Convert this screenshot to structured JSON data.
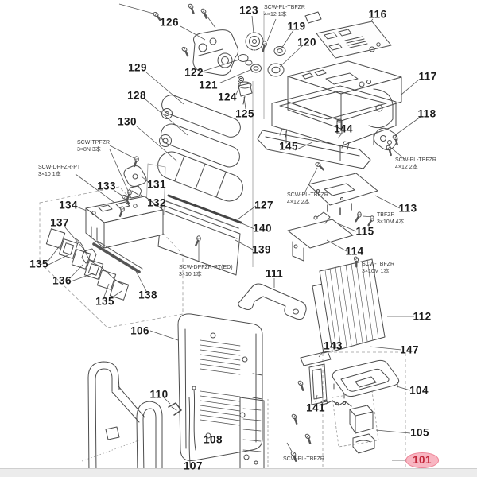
{
  "colors": {
    "line": "#4c4c4c",
    "boundary": "#999999",
    "highlight_fill": "#f8b6c2",
    "highlight_stroke": "#ee8396",
    "highlight_text": "#c2273a",
    "footer_bar": "#ececec"
  },
  "highlighted_part": "101",
  "part_labels": [
    {
      "text": "126"
    },
    {
      "text": "123"
    },
    {
      "text": "119"
    },
    {
      "text": "120"
    },
    {
      "text": "116"
    },
    {
      "text": "122"
    },
    {
      "text": "121"
    },
    {
      "text": "124"
    },
    {
      "text": "117"
    },
    {
      "text": "129"
    },
    {
      "text": "128"
    },
    {
      "text": "125"
    },
    {
      "text": "118"
    },
    {
      "text": "130"
    },
    {
      "text": "144"
    },
    {
      "text": "145"
    },
    {
      "text": "133"
    },
    {
      "text": "131"
    },
    {
      "text": "132"
    },
    {
      "text": "134"
    },
    {
      "text": "127"
    },
    {
      "text": "113"
    },
    {
      "text": "140"
    },
    {
      "text": "115"
    },
    {
      "text": "137"
    },
    {
      "text": "114"
    },
    {
      "text": "139"
    },
    {
      "text": "135"
    },
    {
      "text": "136"
    },
    {
      "text": "111"
    },
    {
      "text": "135"
    },
    {
      "text": "138"
    },
    {
      "text": "112"
    },
    {
      "text": "106"
    },
    {
      "text": "147"
    },
    {
      "text": "143"
    },
    {
      "text": "110"
    },
    {
      "text": "104"
    },
    {
      "text": "141"
    },
    {
      "text": "105"
    },
    {
      "text": "108"
    },
    {
      "text": "107"
    },
    {
      "text": "101"
    }
  ],
  "screw_labels": [
    {
      "line1": "SCW-PL-TBFZR",
      "line2": "4×12  1本"
    },
    {
      "line1": "SCW-TPFZR",
      "line2": "3×8N  3本"
    },
    {
      "line1": "SCW-DPFZR-PT",
      "line2": "3×10  1本"
    },
    {
      "line1": "SCW-PL-TBFZR",
      "line2": "4×12  2本"
    },
    {
      "line1": "SCW-PL-TBFZR",
      "line2": "4×12  2本"
    },
    {
      "line1": "TBFZR",
      "line2": "3×10M  4本"
    },
    {
      "line1": "SCW-TBFZR",
      "line2": "3×10M  1本"
    },
    {
      "line1": "SCW-DPFZR-PT(ED)",
      "line2": "3×10  1本"
    },
    {
      "line1": "SCW-PL-TBFZR",
      "line2": ""
    }
  ]
}
